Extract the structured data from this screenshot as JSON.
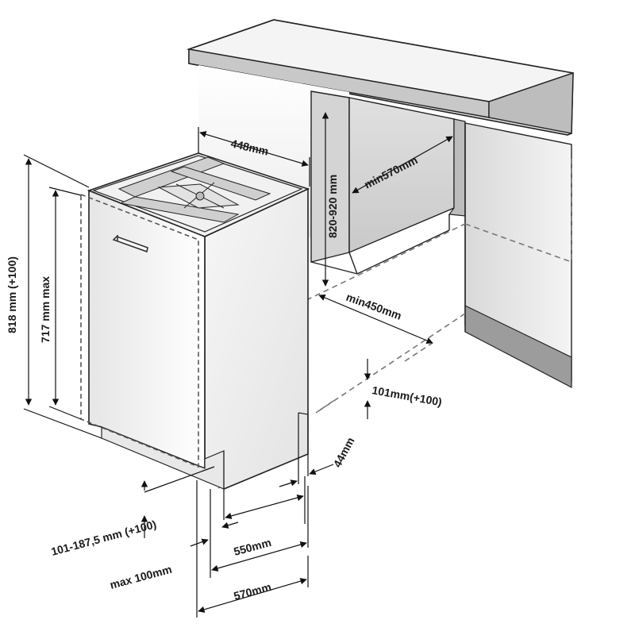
{
  "dimensions": {
    "top_width": "448mm",
    "cabinet_height_range": "820-920 mm",
    "cabinet_depth_min": "min570mm",
    "niche_width_min": "min450mm",
    "overall_height": "818 mm (+100)",
    "door_height": "717 mm max",
    "plinth_right": "101mm(+100)",
    "plinth_gap": "44mm",
    "plinth_front": "101-187,5 mm (+100)",
    "max_offset": "max 100mm",
    "depth_550": "550mm",
    "depth_570": "570mm"
  }
}
